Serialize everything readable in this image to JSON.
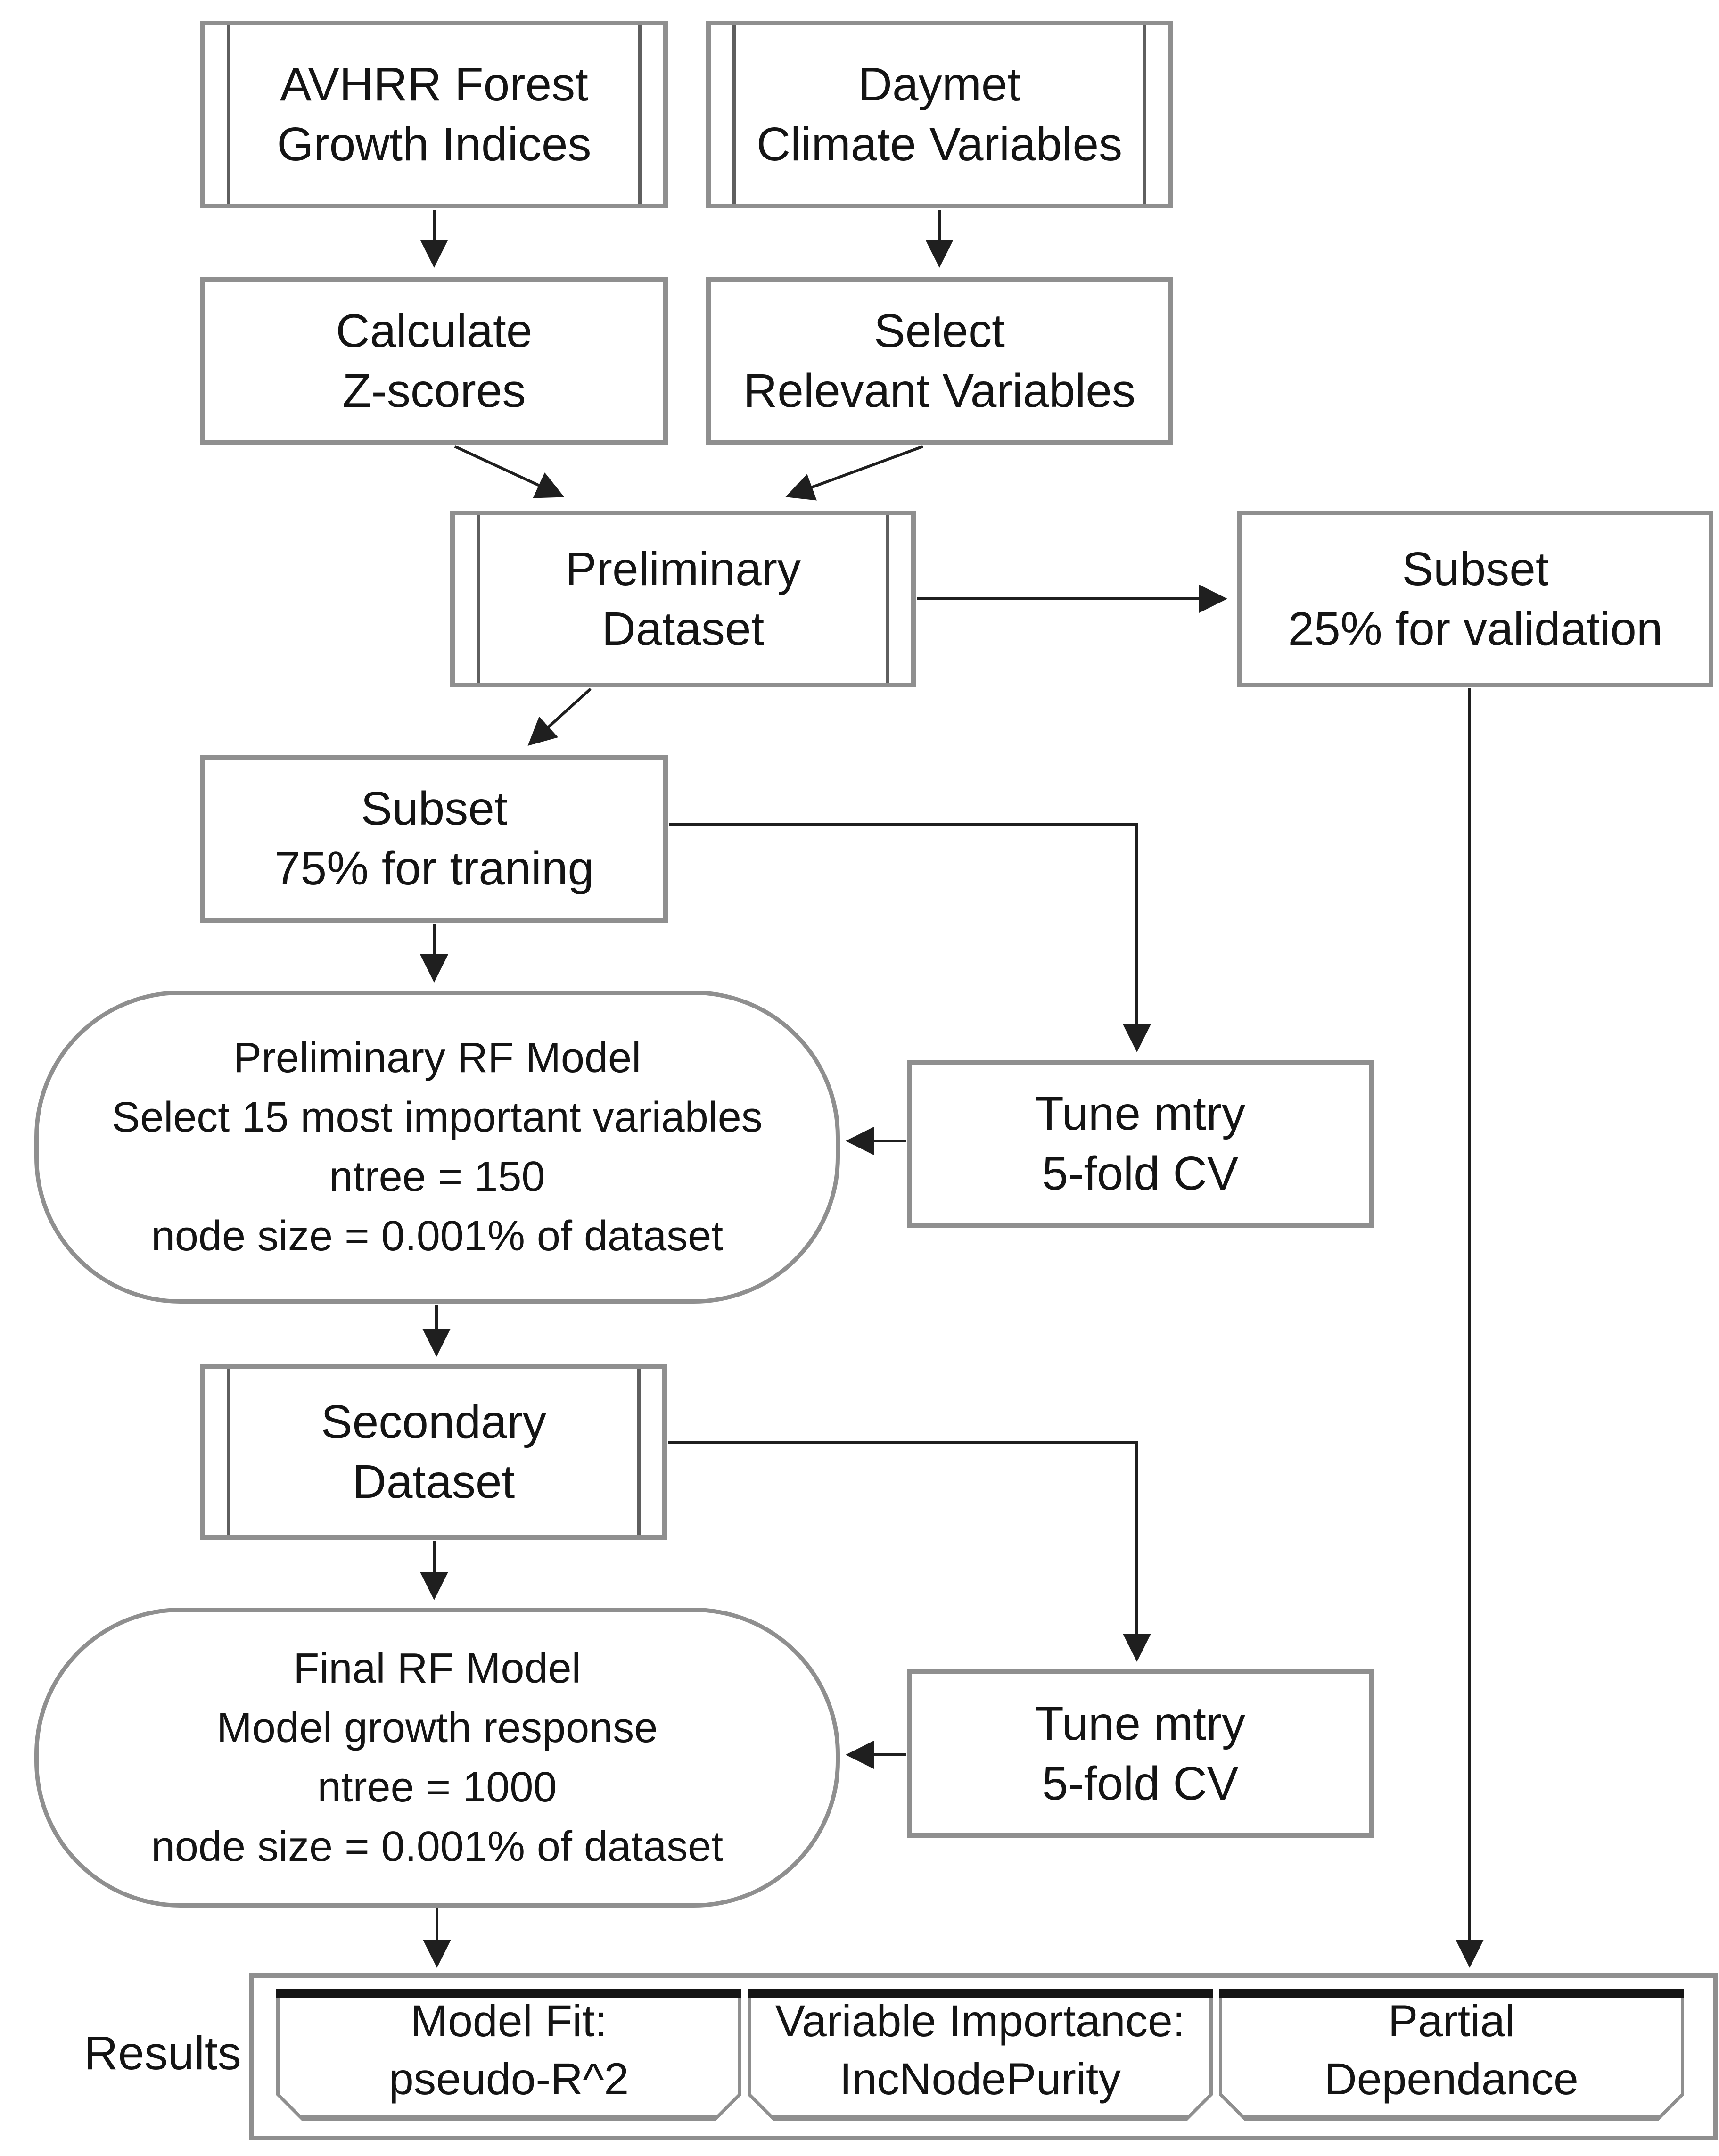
{
  "diagram": {
    "title_hint": "Random Forest modeling workflow flowchart",
    "colors": {
      "background": "#ffffff",
      "box_border_gray": "#8f8f8f",
      "inner_bar_gray": "#5f5f5f",
      "connector_black": "#1f1f1f",
      "text_black": "#141414",
      "card_top_black": "#151515"
    },
    "nodes": {
      "avhrr": {
        "line1": "AVHRR Forest",
        "line2": "Growth Indices"
      },
      "daymet": {
        "line1": "Daymet",
        "line2": "Climate Variables"
      },
      "zscores": {
        "line1": "Calculate",
        "line2": "Z-scores"
      },
      "select_vars": {
        "line1": "Select",
        "line2": "Relevant Variables"
      },
      "prelim_dataset": {
        "line1": "Preliminary",
        "line2": "Dataset"
      },
      "subset_validation": {
        "line1": "Subset",
        "line2": "25% for validation"
      },
      "subset_training": {
        "line1": "Subset",
        "line2": "75% for traning"
      },
      "prelim_rf": {
        "line1": "Preliminary RF Model",
        "line2": "Select 15 most important variables",
        "line3": "ntree = 150",
        "line4": "node size = 0.001% of dataset"
      },
      "tune_mtry_1": {
        "line1": "Tune mtry",
        "line2": "5-fold CV"
      },
      "secondary_dataset": {
        "line1": "Secondary",
        "line2": "Dataset"
      },
      "final_rf": {
        "line1": "Final RF Model",
        "line2": "Model growth response",
        "line3": "ntree = 1000",
        "line4": "node size = 0.001% of dataset"
      },
      "tune_mtry_2": {
        "line1": "Tune mtry",
        "line2": "5-fold CV"
      },
      "result_model_fit": {
        "line1": "Model Fit:",
        "line2": "pseudo-R^2"
      },
      "result_var_importance": {
        "line1": "Variable Importance:",
        "line2": "IncNodePurity"
      },
      "result_partial_dep": {
        "line1": "Partial",
        "line2": "Dependance"
      }
    },
    "labels": {
      "results": "Results"
    }
  }
}
